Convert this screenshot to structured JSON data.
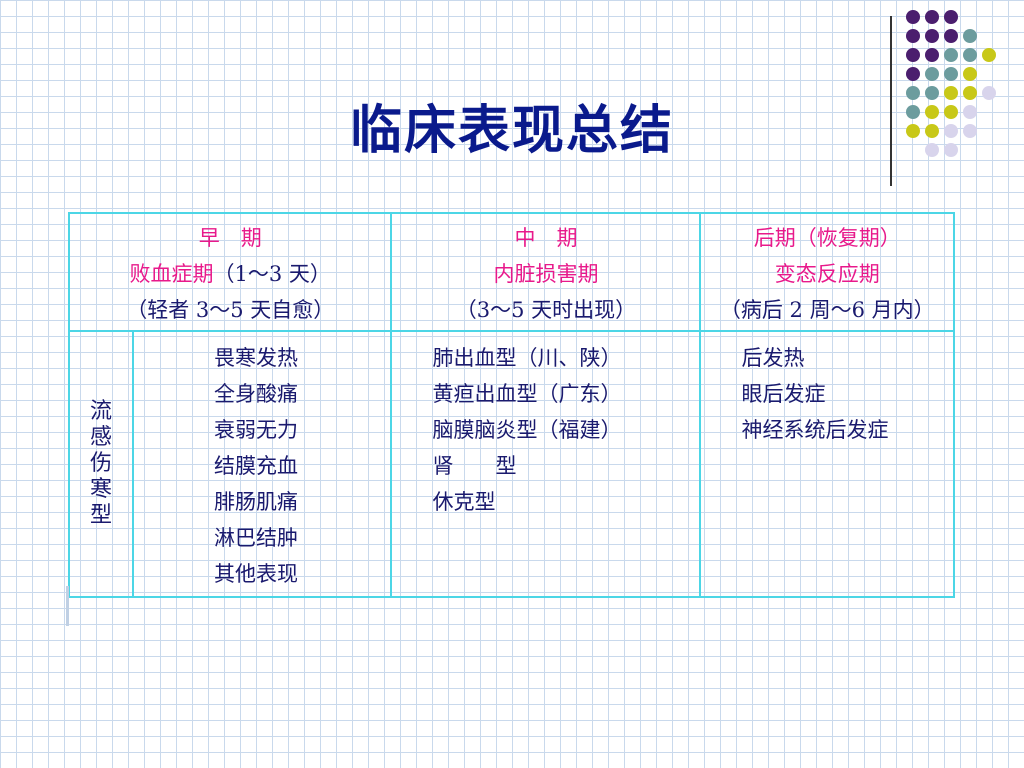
{
  "title": "临床表现总结",
  "decor": {
    "dot_colors": [
      "#4b1e6e",
      "#6c9c9e",
      "#c8c818",
      "#d8d4ec"
    ]
  },
  "table": {
    "headers": [
      {
        "line1": "早　期",
        "line2_colored": "败血症期",
        "line2_rest": "（1～3 天）",
        "line3": "（轻者 3～5 天自愈）"
      },
      {
        "line1": "中　期",
        "line2_colored": "内脏损害期",
        "line2_rest": "",
        "line3": "（3～5 天时出现）"
      },
      {
        "line1": "后期（恢复期）",
        "line2_colored": "变态反应期",
        "line2_rest": "",
        "line3": "（病后 2 周～6 月内）"
      }
    ],
    "side_label": [
      "流",
      "感",
      "伤",
      "寒",
      "型"
    ],
    "early": [
      "畏寒发热",
      "全身酸痛",
      "衰弱无力",
      "结膜充血",
      "腓肠肌痛",
      "淋巴结肿",
      "其他表现"
    ],
    "middle": [
      "肺出血型（川、陕）",
      "黄疸出血型（广东）",
      "脑膜脑炎型（福建）",
      "肾　　型",
      "休克型"
    ],
    "late": [
      "后发热",
      "眼后发症",
      "神经系统后发症"
    ]
  }
}
